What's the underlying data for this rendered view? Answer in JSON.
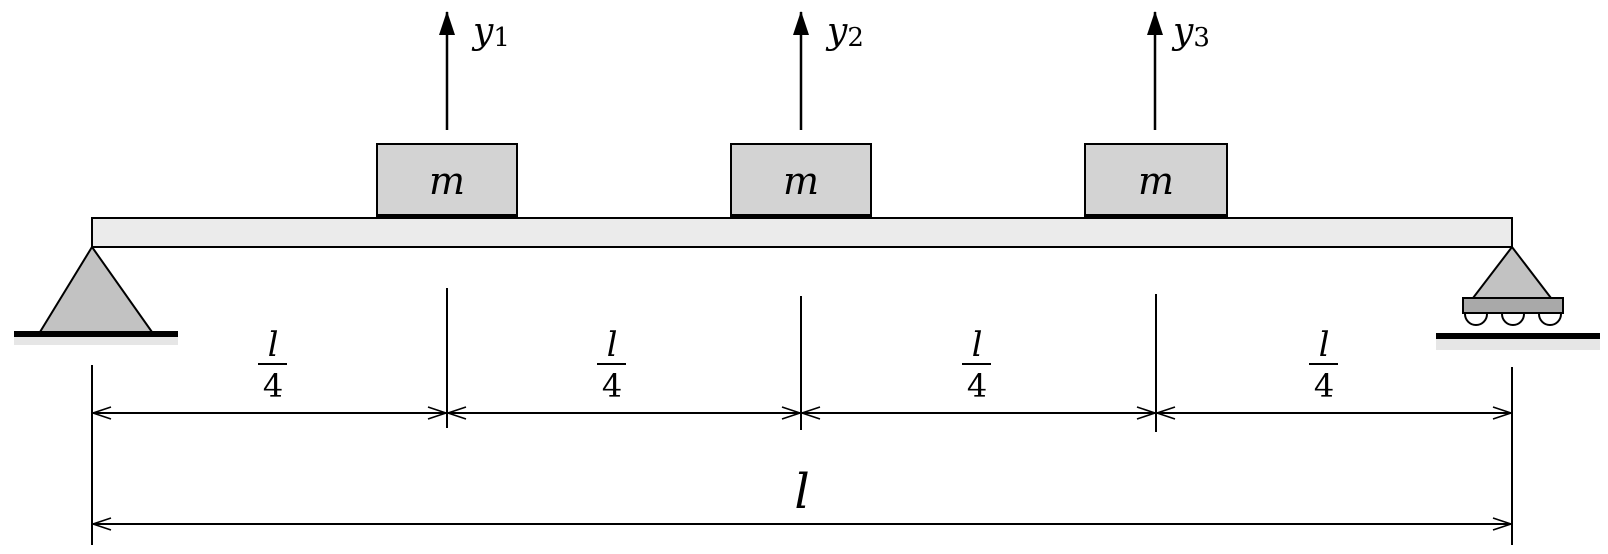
{
  "colors": {
    "stroke": "#000000",
    "mass_fill": "#d3d3d3",
    "beam_fill": "#ebebeb",
    "support_fill": "#c2c2c2",
    "ground_shadow": "#e6e6e6",
    "background": "#ffffff"
  },
  "masses": [
    {
      "label": "m",
      "coordinate_symbol": "y",
      "coordinate_index": "1"
    },
    {
      "label": "m",
      "coordinate_symbol": "y",
      "coordinate_index": "2"
    },
    {
      "label": "m",
      "coordinate_symbol": "y",
      "coordinate_index": "3"
    }
  ],
  "segments": [
    {
      "numerator": "l",
      "denominator": "4"
    },
    {
      "numerator": "l",
      "denominator": "4"
    },
    {
      "numerator": "l",
      "denominator": "4"
    },
    {
      "numerator": "l",
      "denominator": "4"
    }
  ],
  "total_length_label": "l",
  "supports": {
    "left": "pin-support",
    "right": "roller-support"
  }
}
